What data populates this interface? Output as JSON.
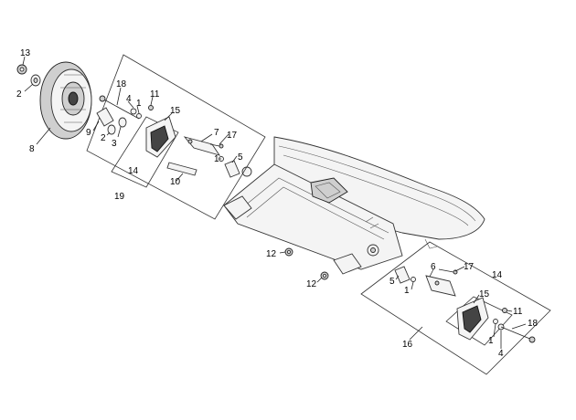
{
  "callouts": {
    "c13": "13",
    "c2a": "2",
    "c8": "8",
    "c18a": "18",
    "c4a": "4",
    "c1a": "1",
    "c11a": "11",
    "c15a": "15",
    "c9": "9",
    "c2b": "2",
    "c3": "3",
    "c7": "7",
    "c17a": "17",
    "c1b": "1",
    "c5a": "5",
    "c14a": "14",
    "c10": "10",
    "c19": "19",
    "c12a": "12",
    "c12b": "12",
    "c6": "6",
    "c17b": "17",
    "c5b": "5",
    "c1c": "1",
    "c14b": "14",
    "c15b": "15",
    "c11b": "11",
    "c18b": "18",
    "c1d": "1",
    "c4b": "4",
    "c16": "16"
  }
}
